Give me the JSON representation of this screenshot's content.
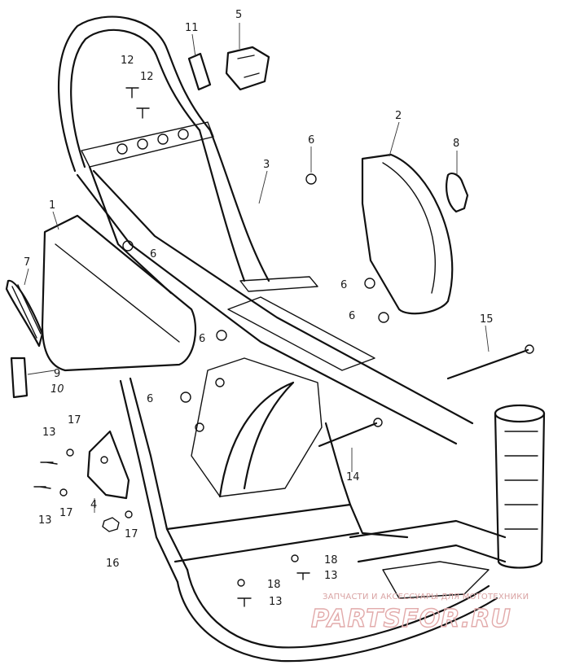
{
  "callouts": {
    "c1": "1",
    "c2": "2",
    "c3": "3",
    "c4": "4",
    "c5": "5",
    "c6a": "6",
    "c6b": "6",
    "c6c": "6",
    "c6d": "6",
    "c6e": "6",
    "c6f": "6",
    "c7": "7",
    "c8": "8",
    "c9": "9",
    "c10": "10",
    "c11": "11",
    "c12a": "12",
    "c12b": "12",
    "c13a": "13",
    "c13b": "13",
    "c13c": "13",
    "c13d": "13",
    "c14": "14",
    "c15": "15",
    "c16": "16",
    "c17a": "17",
    "c17b": "17",
    "c17c": "17",
    "c18a": "18",
    "c18b": "18"
  },
  "watermark": {
    "caption": "ЗАПЧАСТИ И АКСЕССУАРЫ ДЛЯ МОТОТЕХНИКИ",
    "logo": "PARTSFOR.RU"
  },
  "colors": {
    "ink": "#111111",
    "watermark": "#e2aaaa"
  }
}
